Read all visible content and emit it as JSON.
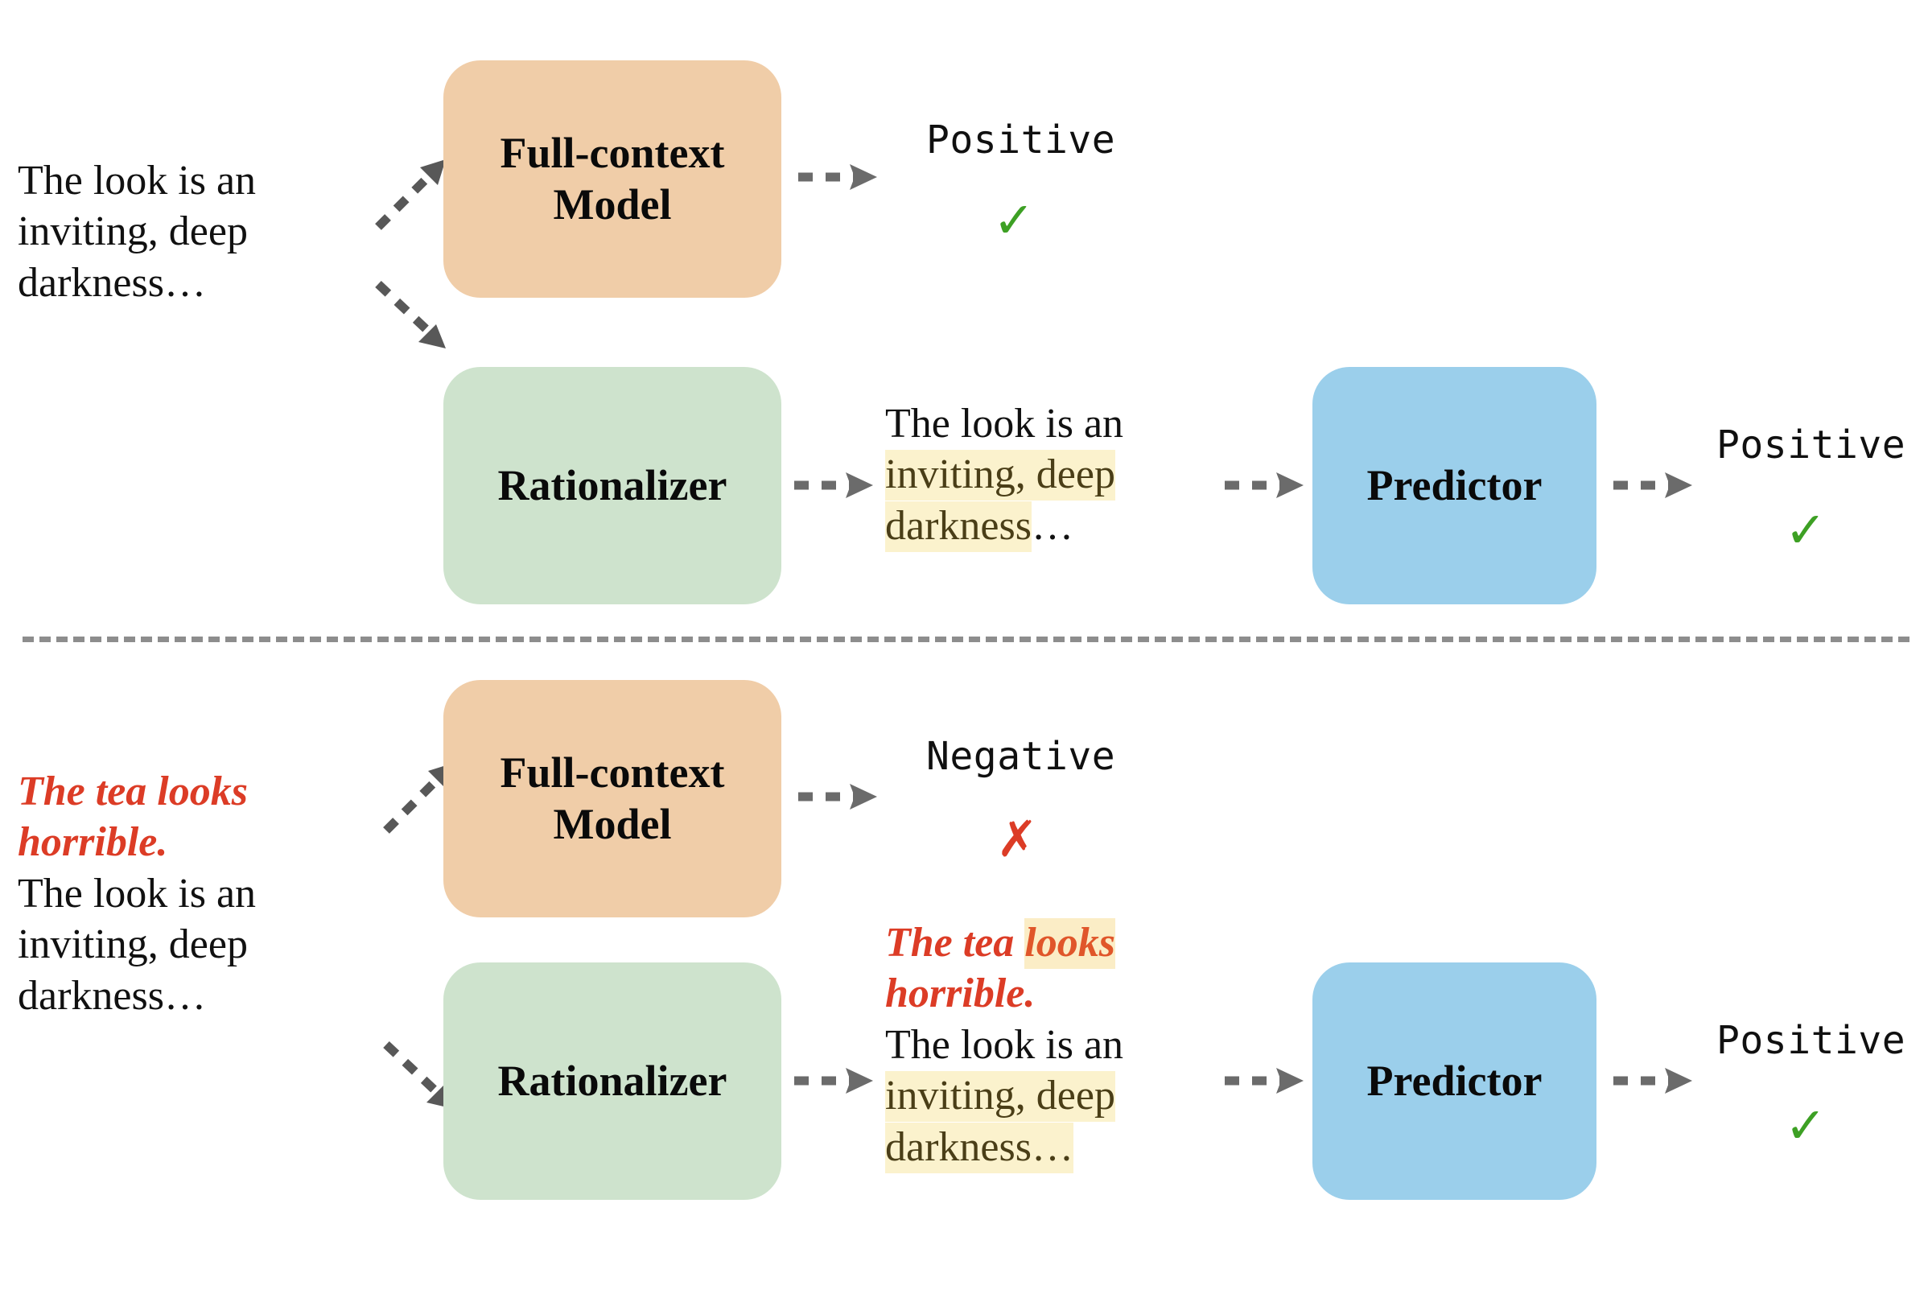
{
  "figure": {
    "type": "flow-diagram",
    "background": "#ffffff",
    "divider": {
      "style": "dashed",
      "color": "#8d8d8d"
    }
  },
  "colors": {
    "full_context_box": "#F0CDA8",
    "rationalizer_box": "#CEE3CD",
    "predictor_box": "#9BCFEB",
    "arrow": "#6B6B6B",
    "attack_text": "#DC3C26",
    "highlight_bg": "#FBF2CD",
    "highlight_text": "#4A3E17",
    "highlight_red_bg": "#FBEDC6",
    "highlight_red_text": "#E0562A",
    "tick": "#3DA024",
    "cross": "#DC3C26"
  },
  "top_panel": {
    "input": {
      "lines": [
        {
          "text": "The look is an",
          "style": "plain"
        },
        {
          "text": "inviting, deep",
          "style": "plain"
        },
        {
          "text": "darkness…",
          "style": "plain"
        }
      ]
    },
    "full_context_model": {
      "label_line_1": "Full-context",
      "label_line_2": "Model",
      "output": "Positive",
      "verdict": "✓",
      "verdict_name": "check-mark"
    },
    "rationalizer": {
      "label": "Rationalizer",
      "rationale_lines": [
        {
          "segments": [
            {
              "text": "The look is an",
              "style": "plain"
            }
          ]
        },
        {
          "segments": [
            {
              "text": "inviting, deep",
              "style": "highlight"
            }
          ]
        },
        {
          "segments": [
            {
              "text": "darkness",
              "style": "highlight"
            },
            {
              "text": "…",
              "style": "plain"
            }
          ]
        }
      ]
    },
    "predictor": {
      "label": "Predictor",
      "output": "Positive",
      "verdict": "✓",
      "verdict_name": "check-mark"
    }
  },
  "bottom_panel": {
    "input": {
      "lines": [
        {
          "text": "The tea looks",
          "style": "attack"
        },
        {
          "text": "horrible.",
          "style": "attack"
        },
        {
          "text": "The look is an",
          "style": "plain"
        },
        {
          "text": "inviting, deep",
          "style": "plain"
        },
        {
          "text": "darkness…",
          "style": "plain"
        }
      ]
    },
    "full_context_model": {
      "label_line_1": "Full-context",
      "label_line_2": "Model",
      "output": "Negative",
      "verdict": "✗",
      "verdict_name": "cross-mark"
    },
    "rationalizer": {
      "label": "Rationalizer",
      "rationale_lines": [
        {
          "segments": [
            {
              "text": "The tea ",
              "style": "attack"
            },
            {
              "text": "looks",
              "style": "highlight-attack"
            }
          ]
        },
        {
          "segments": [
            {
              "text": "horrible.",
              "style": "attack"
            }
          ]
        },
        {
          "segments": [
            {
              "text": "The look is an",
              "style": "plain"
            }
          ]
        },
        {
          "segments": [
            {
              "text": "inviting, deep",
              "style": "highlight"
            }
          ]
        },
        {
          "segments": [
            {
              "text": "darkness…",
              "style": "highlight"
            }
          ]
        }
      ]
    },
    "predictor": {
      "label": "Predictor",
      "output": "Positive",
      "verdict": "✓",
      "verdict_name": "check-mark"
    }
  }
}
